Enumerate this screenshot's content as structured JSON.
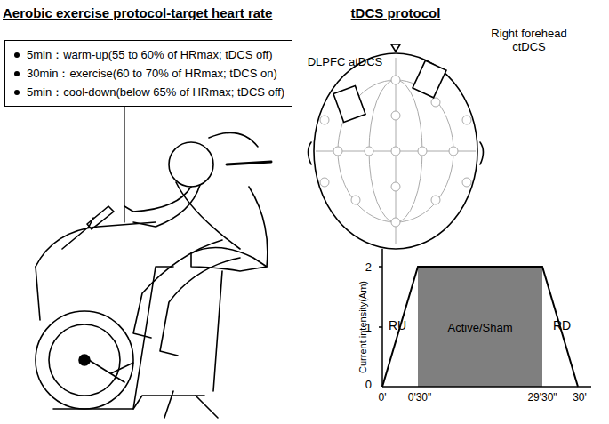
{
  "diagram": {
    "nodes": [
      {
        "text": [
          "5min：warm-up(55 to 60% of HRmax; tDCS off)",
          "30min：exercise(60 to 70% of HRmax; tDCS on)",
          "5min：cool-down(below 65% of HRmax; tDCS off)"
        ]
      },
      {
        "text": [
          "Active/Sham"
        ]
      }
    ],
    "labels": [
      "Aerobic exercise protocol-target heart rate",
      "tDCS protocol",
      "DLPFC atDCS",
      "Right forehead ctDCS",
      "RU",
      "RD",
      "Current intensity(Am)",
      "2",
      "1",
      "0",
      "0'",
      "0'30\"",
      "29'30\"",
      "30'"
    ]
  }
}
